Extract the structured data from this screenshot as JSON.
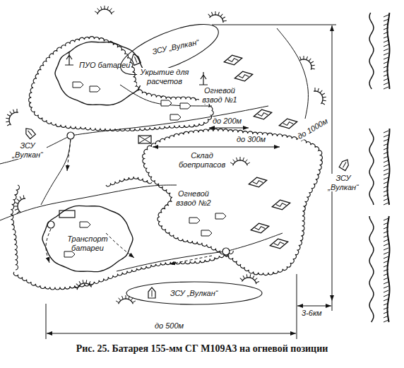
{
  "diagram": {
    "caption": "Рис. 25. Батарея 155-мм СГ М109А3 на огневой позиции",
    "nodes": [
      {
        "text": [
          "ПУО батареи"
        ]
      },
      {
        "text": [
          "Транспорт батареи"
        ]
      }
    ],
    "labels": [
      "ЗСУ „Вулкан“",
      "Укрытие для расчетов",
      "Огневой взвод №1",
      "до 200м",
      "ЗСУ „Вулкан“",
      "до 300м",
      "Склад боеприпасов",
      "до 1000м",
      "ЗСУ „Вулкан“",
      "Огневой взвод №2",
      "ЗСУ „Вулкан“",
      "3-6км",
      "до 500м"
    ]
  }
}
